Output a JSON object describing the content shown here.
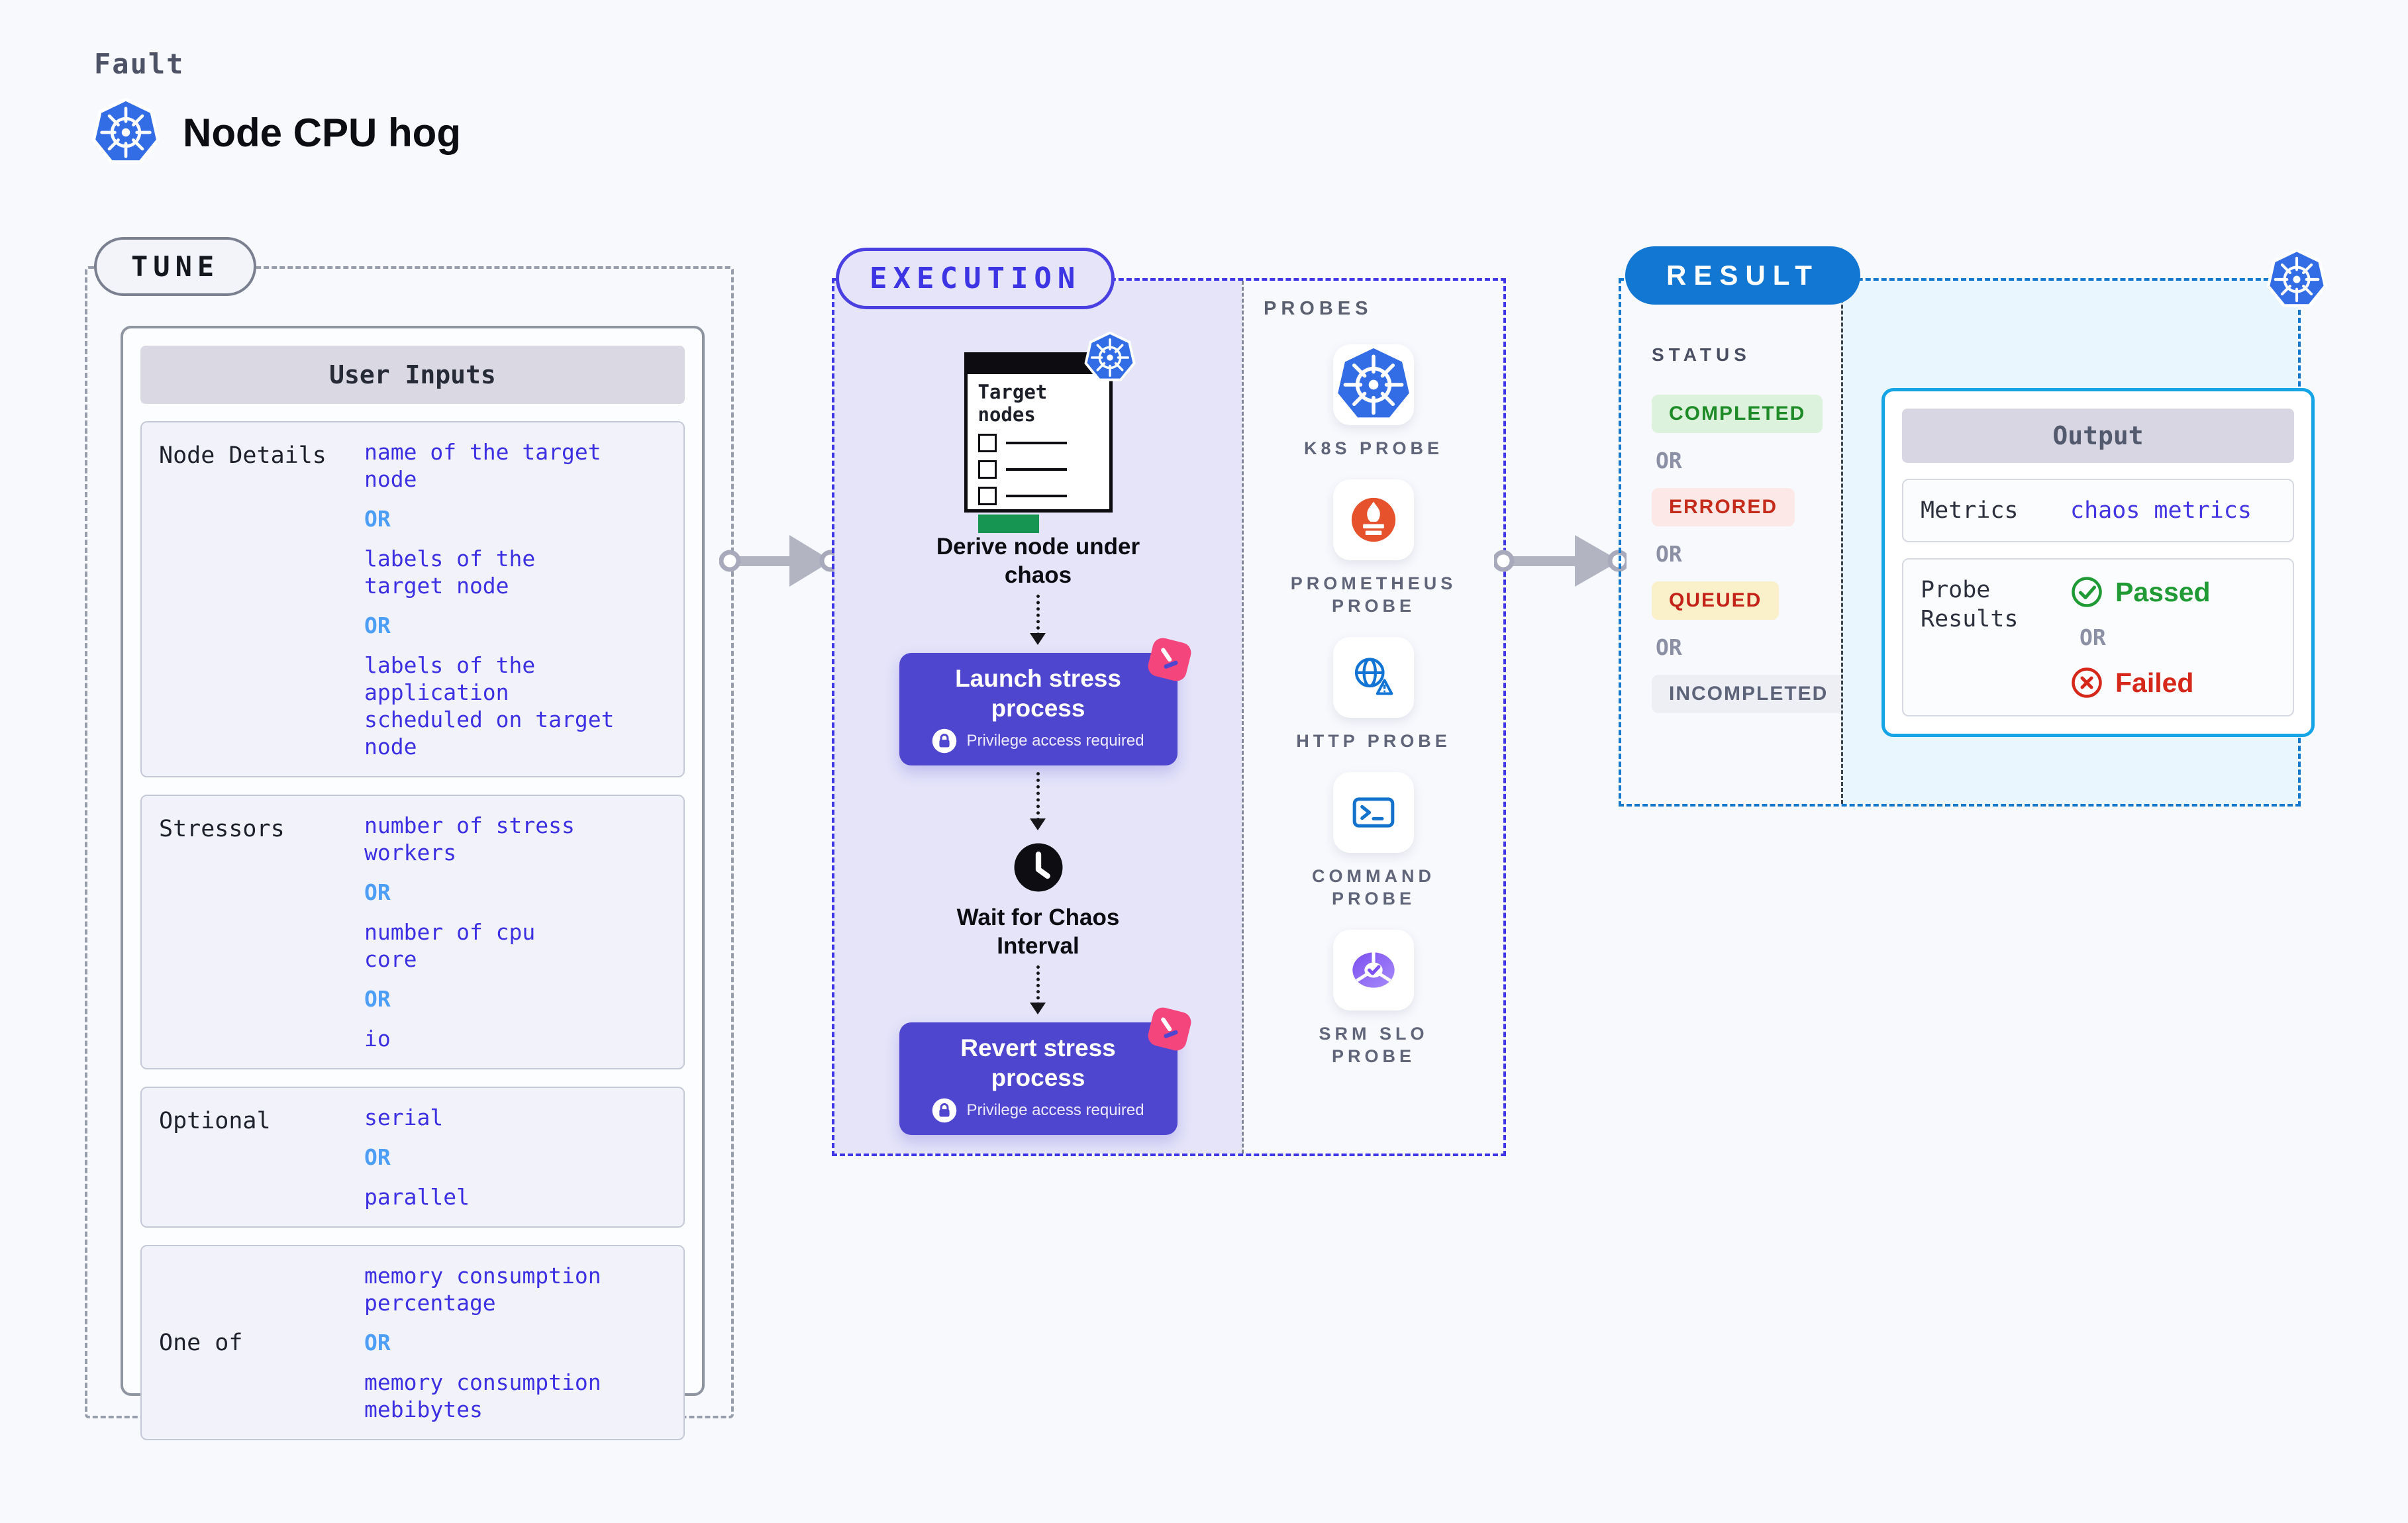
{
  "header": {
    "eyebrow": "Fault",
    "title": "Node CPU hog"
  },
  "tune": {
    "badge": "TUNE",
    "table_title": "User Inputs",
    "or_label": "OR",
    "rows": [
      {
        "label": "Node Details",
        "options": [
          "name of the target\nnode",
          "labels of the\ntarget node",
          "labels of the application\n scheduled on target node"
        ]
      },
      {
        "label": "Stressors",
        "options": [
          "number of stress\nworkers",
          "number of cpu\ncore",
          "io"
        ]
      },
      {
        "label": "Optional",
        "options": [
          "serial",
          "parallel"
        ]
      },
      {
        "label": "One of",
        "options": [
          "memory consumption\npercentage",
          "memory consumption\nmebibytes"
        ]
      }
    ]
  },
  "execution": {
    "badge": "EXECUTION",
    "target_card_title": "Target nodes",
    "derive_caption": "Derive node under chaos",
    "launch_button": {
      "title": "Launch stress process",
      "note": "Privilege access required"
    },
    "wait_caption": "Wait for Chaos Interval",
    "revert_button": {
      "title": "Revert stress process",
      "note": "Privilege access required"
    }
  },
  "probes": {
    "title": "PROBES",
    "items": [
      {
        "icon": "k8s-probe-icon",
        "label": "K8S PROBE"
      },
      {
        "icon": "prometheus-probe-icon",
        "label": "PROMETHEUS PROBE"
      },
      {
        "icon": "http-probe-icon",
        "label": "HTTP PROBE"
      },
      {
        "icon": "command-probe-icon",
        "label": "COMMAND PROBE"
      },
      {
        "icon": "srm-slo-probe-icon",
        "label": "SRM SLO PROBE"
      }
    ]
  },
  "result": {
    "badge": "RESULT",
    "status_title": "STATUS",
    "or_label": "OR",
    "statuses": [
      {
        "label": "COMPLETED",
        "fg": "#1e8b28",
        "bg": "#ddf2dc"
      },
      {
        "label": "ERRORED",
        "fg": "#c52b1a",
        "bg": "#fce9e7"
      },
      {
        "label": "QUEUED",
        "fg": "#c42319",
        "bg": "#faf0ca"
      },
      {
        "label": "INCOMPLETED",
        "fg": "#5d6379",
        "bg": "#edeff5"
      }
    ],
    "output": {
      "title": "Output",
      "metrics_label": "Metrics",
      "metrics_value": "chaos metrics",
      "probe_results_label": "Probe\nResults",
      "passed_label": "Passed",
      "failed_label": "Failed"
    }
  },
  "accent_colors": {
    "execution_border": "#3f36e6",
    "result_border": "#1478cc",
    "tune_value": "#3c30e2",
    "or_blue": "#4d9ef7",
    "process_button": "#4f46cf",
    "passed": "#1f9a35",
    "failed": "#d6281a",
    "k8s_blue": "#326de6",
    "prometheus_orange": "#e6522c"
  }
}
